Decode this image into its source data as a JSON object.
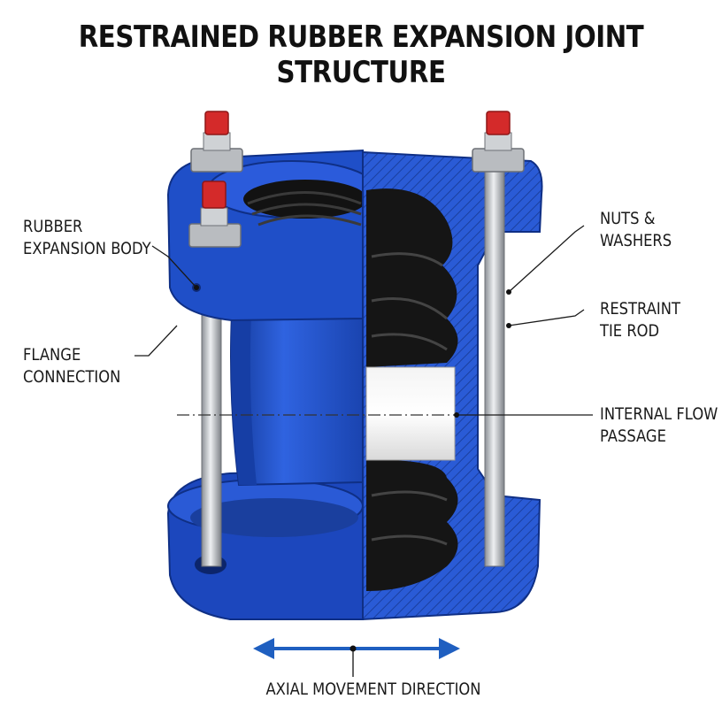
{
  "title": "RESTRAINED RUBBER EXPANSION JOINT STRUCTURE",
  "labels": {
    "rubber_body_1": "RUBBER",
    "rubber_body_2": "EXPANSION BODY",
    "flange_1": "FLANGE",
    "flange_2": "CONNECTION",
    "nuts_1": "NUTS &",
    "nuts_2": "WASHERS",
    "rod_1": "RESTRAINT",
    "rod_2": "TIE ROD",
    "flow_1": "INTERNAL FLOW",
    "flow_2": "PASSAGE",
    "axial": "AXIAL MOVEMENT DIRECTION"
  },
  "colors": {
    "flange_blue": "#1f4fc8",
    "flange_dark": "#16379a",
    "rubber": "#151515",
    "rod": "#c9ccd0",
    "nut_cap": "#d42a2a",
    "arrow": "#1f5fc0"
  }
}
